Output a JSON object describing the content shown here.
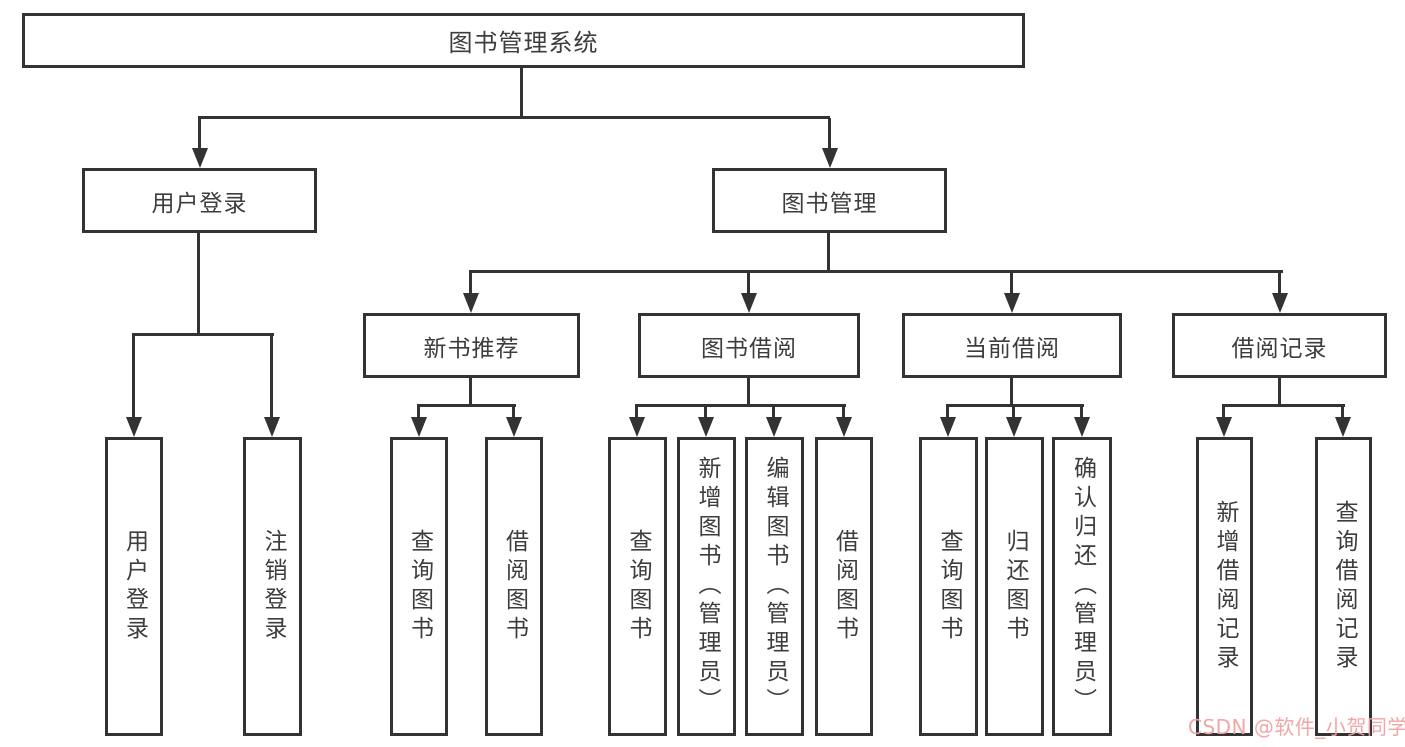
{
  "tree": {
    "root": {
      "label": "图书管理系统"
    },
    "branches": [
      {
        "label": "用户登录",
        "children": [
          {
            "label": "用户登录"
          },
          {
            "label": "注销登录"
          }
        ]
      },
      {
        "label": "图书管理",
        "groups": [
          {
            "label": "新书推荐",
            "children": [
              {
                "label": "查询图书"
              },
              {
                "label": "借阅图书"
              }
            ]
          },
          {
            "label": "图书借阅",
            "children": [
              {
                "label": "查询图书"
              },
              {
                "label": "新增图书（管理员）"
              },
              {
                "label": "编辑图书（管理员）"
              },
              {
                "label": "借阅图书"
              }
            ]
          },
          {
            "label": "当前借阅",
            "children": [
              {
                "label": "查询图书"
              },
              {
                "label": "归还图书"
              },
              {
                "label": "确认归还（管理员）"
              }
            ]
          },
          {
            "label": "借阅记录",
            "children": [
              {
                "label": "新增借阅记录"
              },
              {
                "label": "查询借阅记录"
              }
            ]
          }
        ]
      }
    ]
  },
  "watermark": {
    "text": "CSDN @软件_小贺同学"
  },
  "colors": {
    "line": "#333333",
    "text": "#3d3d3d",
    "background": "#ffffff",
    "watermark": "#f2a2a2"
  }
}
